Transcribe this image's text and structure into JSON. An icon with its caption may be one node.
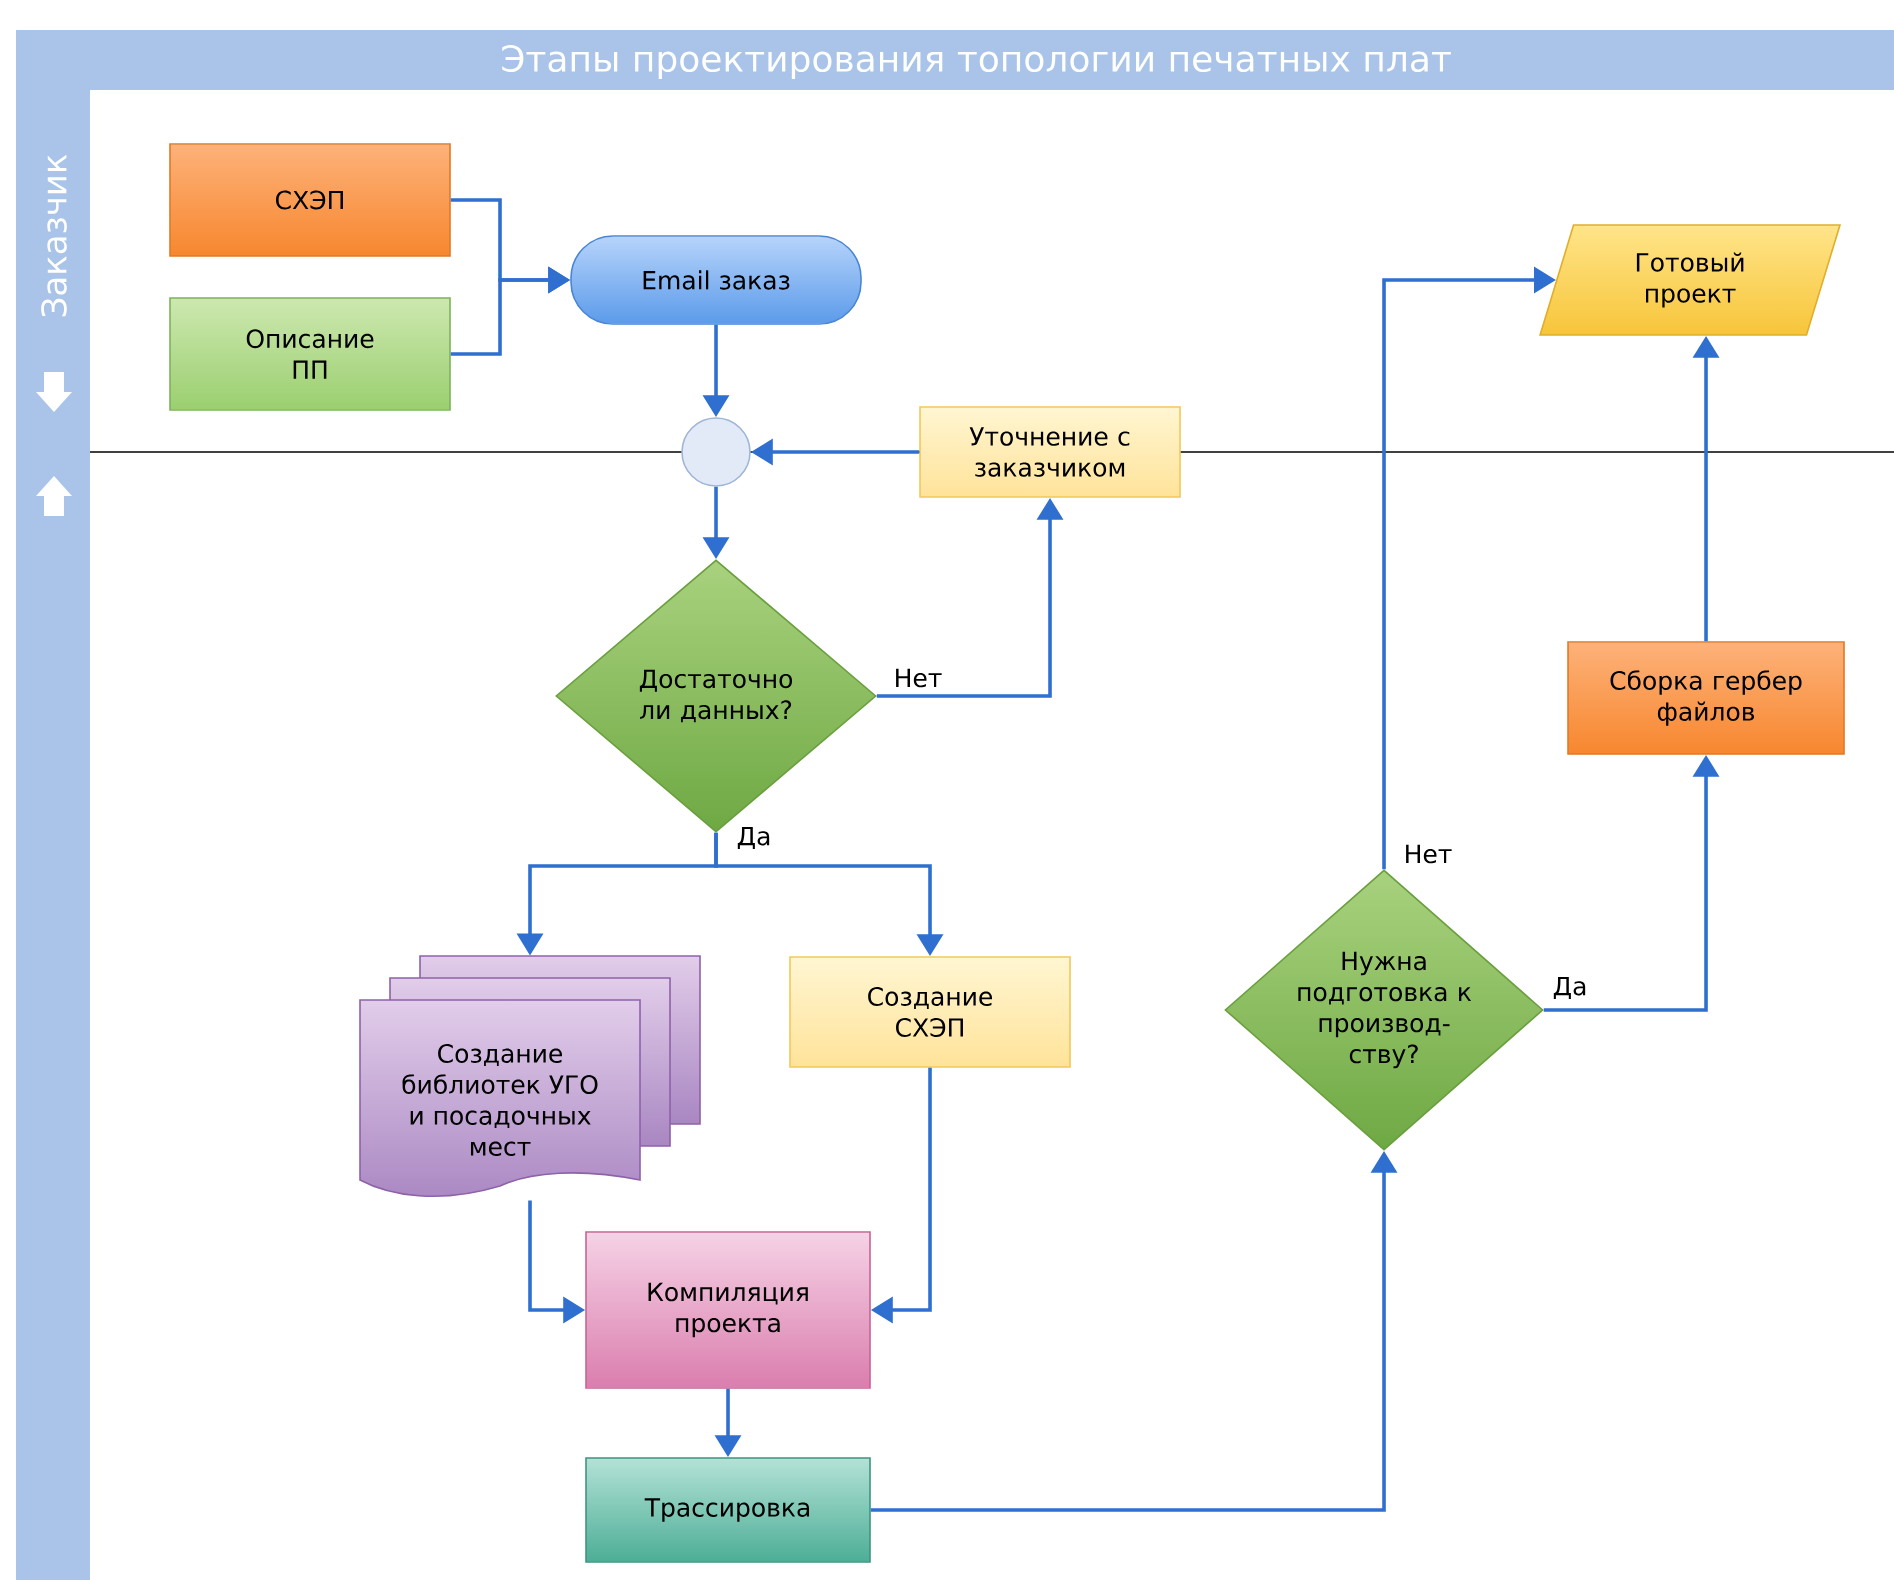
{
  "diagram": {
    "title": "Этапы проектирования топологии печатных плат",
    "nodes": [
      {
        "text": [
          "СХЭП"
        ]
      },
      {
        "text": [
          "Описание ПП"
        ]
      },
      {
        "text": [
          "Email заказ"
        ]
      },
      {
        "text": [],
        "shape": "circle"
      },
      {
        "text": [
          "Уточнение с заказчиком"
        ]
      },
      {
        "text": [
          "Достаточно ли данных?"
        ]
      },
      {
        "text": [
          "Создание библиотек УГО и посадочных мест"
        ]
      },
      {
        "text": [
          "Создание СХЭП"
        ]
      },
      {
        "text": [
          "Компиляция проекта"
        ]
      },
      {
        "text": [
          "Трассировка"
        ]
      },
      {
        "text": [
          "Нужна подготовка к производ- ству?"
        ]
      },
      {
        "text": [
          "Сборка гербер файлов"
        ]
      },
      {
        "text": [
          "Готовый проект"
        ]
      }
    ],
    "edges": [
      {
        "from": 0,
        "to": 2,
        "arrow": "to"
      },
      {
        "from": 1,
        "to": 2,
        "arrow": "to"
      },
      {
        "from": 2,
        "to": 3,
        "arrow": "to"
      },
      {
        "from": 4,
        "to": 3,
        "arrow": "to"
      },
      {
        "from": 3,
        "to": 5,
        "arrow": "to"
      },
      {
        "from": 5,
        "to": 4,
        "arrow": "to",
        "label": "Нет"
      },
      {
        "from": 5,
        "to": 6,
        "arrow": "to",
        "label": "Да"
      },
      {
        "from": 5,
        "to": 7,
        "arrow": "to"
      },
      {
        "from": 6,
        "to": 8,
        "arrow": "to"
      },
      {
        "from": 7,
        "to": 8,
        "arrow": "to"
      },
      {
        "from": 8,
        "to": 9,
        "arrow": "to"
      },
      {
        "from": 9,
        "to": 10,
        "arrow": "to"
      },
      {
        "from": 10,
        "to": 12,
        "arrow": "to",
        "label": "Нет"
      },
      {
        "from": 10,
        "to": 11,
        "arrow": "to",
        "label": "Да"
      },
      {
        "from": 11,
        "to": 12,
        "arrow": "to"
      }
    ],
    "labels": [
      "Заказчик"
    ]
  }
}
